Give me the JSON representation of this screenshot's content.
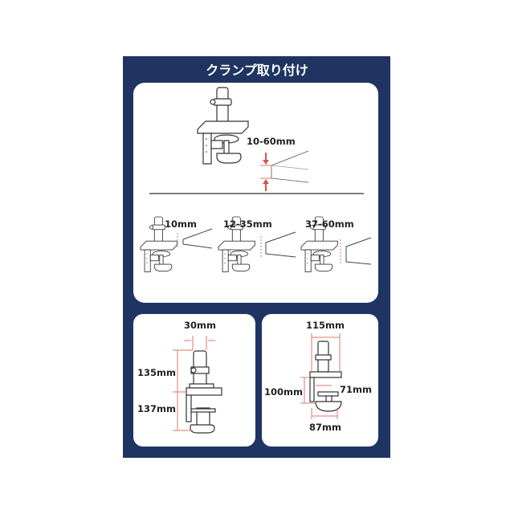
{
  "title": "クランプ取り付け",
  "overview": {
    "range_label": "10-60mm"
  },
  "variants": [
    {
      "label": "10mm"
    },
    {
      "label": "12-35mm"
    },
    {
      "label": "37-60mm"
    }
  ],
  "dimensions_side": {
    "pole_width": "30mm",
    "upper_height": "135mm",
    "lower_height": "137mm"
  },
  "dimensions_front": {
    "top_width": "115mm",
    "height": "100mm",
    "jaw_width": "71mm",
    "base_width": "87mm"
  },
  "colors": {
    "panel": "#1f3462",
    "accent": "#d9786e",
    "arrow": "#d9534f"
  }
}
